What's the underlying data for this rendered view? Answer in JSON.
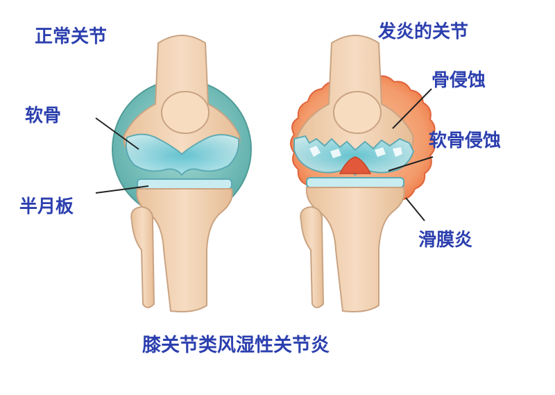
{
  "labels": {
    "normal_joint": "正常关节",
    "inflamed_joint": "发炎的关节",
    "cartilage": "软骨",
    "meniscus": "半月板",
    "bone_erosion": "骨侵蚀",
    "cartilage_erosion": "软骨侵蚀",
    "synovitis": "滑膜炎",
    "title": "膝关节类风湿性关节炎"
  },
  "colors": {
    "label_text": "#2c3fae",
    "bone_fill": "#f1d1b1",
    "bone_highlight": "#f9e6d2",
    "bone_outline": "#c9a382",
    "cartilage_fill": "#a8dfe6",
    "cartilage_core": "#6cc9d6",
    "synovium_normal": "#7fc3bf",
    "synovium_inflamed": "#f08a5a",
    "inflammation_red": "#e2583a",
    "leader_line": "#222222"
  }
}
